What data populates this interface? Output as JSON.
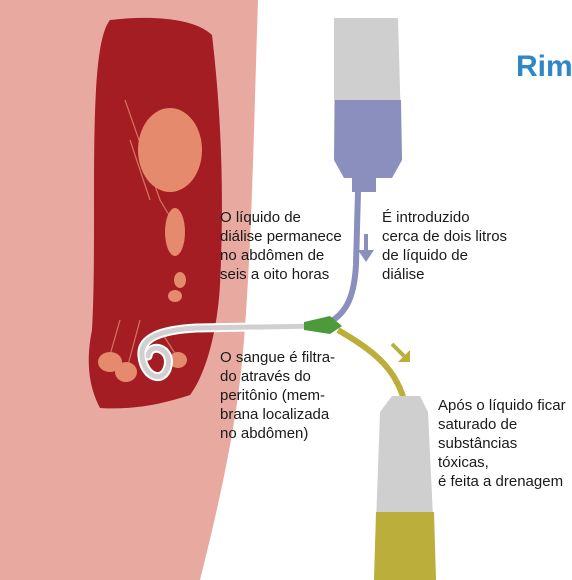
{
  "title": "Rim",
  "labels": {
    "dwell": "O líquido de\ndiálise permanece\nno abdômen de\nseis a oito horas",
    "intro": "É introduzido\ncerca de dois litros\nde líquido de\ndiálise",
    "filter": "O sangue é filtra-\ndo através do\nperitônio (mem-\nbrana localizada\nno abdômen)",
    "drain": "Após o líquido ficar\nsaturado de\nsubstâncias tóxicas,\né feita a drenagem"
  },
  "colors": {
    "skin": "#e8aaa0",
    "cavity": "#a31d22",
    "organ": "#e58a6c",
    "bag_empty": "#cfcfcf",
    "dialysate": "#8a8fbe",
    "drained": "#bcae3a",
    "connector": "#4c9a3c",
    "title": "#2f86c9"
  },
  "icons": [
    "arrow-down-icon",
    "arrow-diagonal-icon"
  ]
}
